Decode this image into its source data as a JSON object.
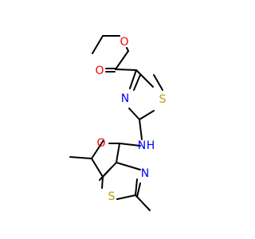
{
  "molecule": {
    "atoms": [
      {
        "id": "O1",
        "symbol": "O",
        "color": "#ff0000"
      },
      {
        "id": "O2",
        "symbol": "O",
        "color": "#ff0000"
      },
      {
        "id": "N1",
        "symbol": "N",
        "color": "#0000ff"
      },
      {
        "id": "S1",
        "symbol": "S",
        "color": "#b2a200"
      },
      {
        "id": "N2",
        "symbol": "N",
        "color": "#0000ff"
      },
      {
        "id": "H1",
        "symbol": "H",
        "color": "#0000ff"
      },
      {
        "id": "O3",
        "symbol": "O",
        "color": "#ff0000"
      },
      {
        "id": "N3",
        "symbol": "N",
        "color": "#0000ff"
      },
      {
        "id": "S2",
        "symbol": "S",
        "color": "#b2a200"
      }
    ]
  }
}
